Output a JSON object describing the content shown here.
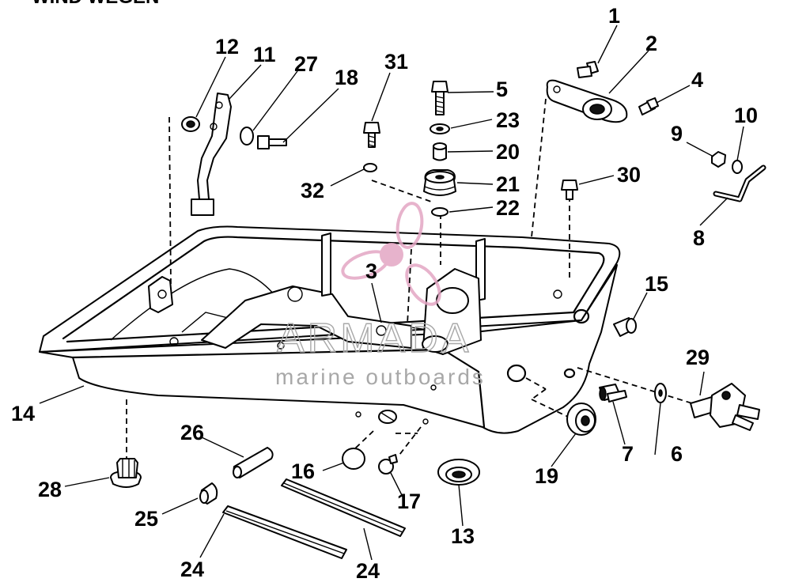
{
  "diagram": {
    "header_fragment": "WIND WEGEN",
    "callouts": [
      "1",
      "2",
      "3",
      "4",
      "5",
      "6",
      "7",
      "8",
      "9",
      "10",
      "11",
      "12",
      "13",
      "14",
      "15",
      "16",
      "17",
      "18",
      "19",
      "20",
      "21",
      "22",
      "23",
      "24",
      "24",
      "25",
      "26",
      "27",
      "28",
      "29",
      "30",
      "31",
      "32"
    ]
  },
  "watermark": {
    "brand": "ARMADA",
    "tagline": "marine outboards",
    "logo_color": "#e3a6c4"
  },
  "colors": {
    "ink": "#000000",
    "background": "#ffffff",
    "watermark_text": "#a8a8a8"
  }
}
